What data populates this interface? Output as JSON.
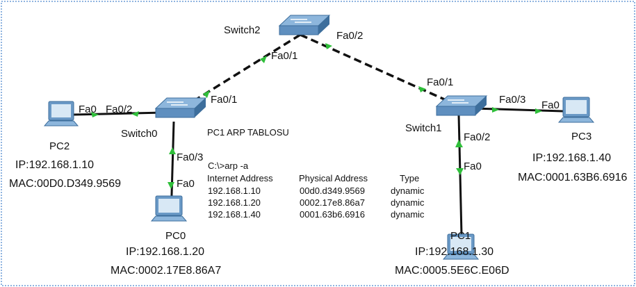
{
  "devices": {
    "switch0": {
      "name": "Switch0"
    },
    "switch1": {
      "name": "Switch1"
    },
    "switch2": {
      "name": "Switch2"
    },
    "pc0": {
      "name": "PC0",
      "ip": "IP:192.168.1.20",
      "mac": "MAC:0002.17E8.86A7"
    },
    "pc1": {
      "name": "PC1",
      "ip": "IP:192.168.1.30",
      "mac": "MAC:0005.5E6C.E06D"
    },
    "pc2": {
      "name": "PC2",
      "ip": "IP:192.168.1.10",
      "mac": "MAC:00D0.D349.9569"
    },
    "pc3": {
      "name": "PC3",
      "ip": "IP:192.168.1.40",
      "mac": "MAC:0001.63B6.6916"
    }
  },
  "ports": {
    "sw2_fa01": "Fa0/1",
    "sw2_fa02": "Fa0/2",
    "sw0_fa01": "Fa0/1",
    "sw0_fa02": "Fa0/2",
    "sw0_fa03": "Fa0/3",
    "sw1_fa01": "Fa0/1",
    "sw1_fa02": "Fa0/2",
    "sw1_fa03": "Fa0/3",
    "pc2_fa0": "Fa0",
    "pc0_fa0": "Fa0",
    "pc1_fa0": "Fa0",
    "pc3_fa0": "Fa0"
  },
  "arp": {
    "title": "PC1 ARP TABLOSU",
    "command": "C:\\>arp -a",
    "headers": [
      "Internet Address",
      "Physical Address",
      "Type"
    ],
    "rows": [
      [
        "192.168.1.10",
        "00d0.d349.9569",
        "dynamic"
      ],
      [
        "192.168.1.20",
        "0002.17e8.86a7",
        "dynamic"
      ],
      [
        "192.168.1.40",
        "0001.63b6.6916",
        "dynamic"
      ]
    ]
  },
  "colors": {
    "border": "#8fb4e0",
    "cable": "#111111",
    "link_light": "#2fbf3a",
    "device_fill": "#6a99c6",
    "device_dark": "#3d6e9c"
  }
}
